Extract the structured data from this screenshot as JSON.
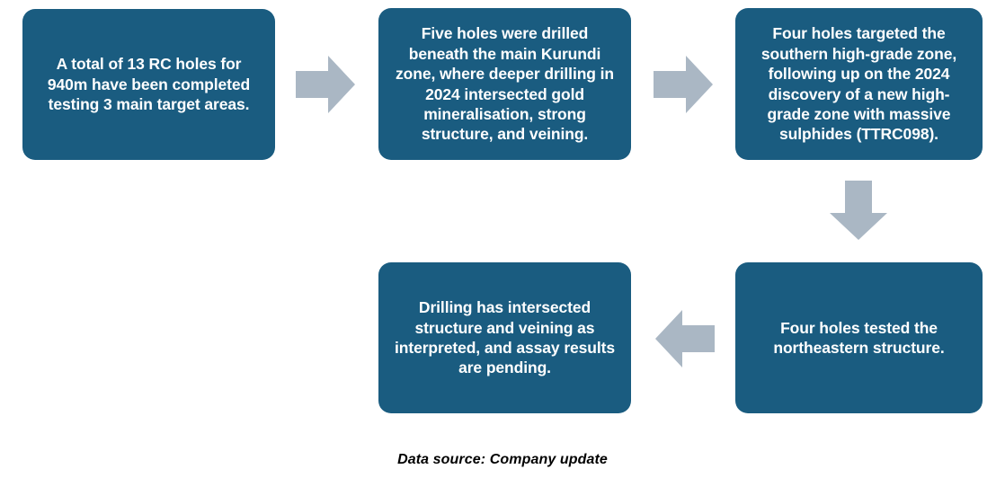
{
  "diagram": {
    "type": "flowchart",
    "colors": {
      "node_fill": "#1a5c80",
      "node_text": "#ffffff",
      "arrow_fill": "#aab7c4",
      "background": "#ffffff",
      "caption_text": "#000000"
    },
    "nodes": [
      {
        "id": "node-1",
        "name": "total-holes-completed",
        "text": "A total of 13 RC holes for 940m have been completed testing 3 main target areas."
      },
      {
        "id": "node-2",
        "name": "kurundi-zone-holes",
        "text": "Five holes were drilled beneath the main Kurundi zone, where deeper drilling in 2024 intersected gold mineralisation, strong structure, and veining."
      },
      {
        "id": "node-3",
        "name": "southern-high-grade-zone-holes",
        "text": "Four holes targeted the southern high-grade zone, following up on the 2024 discovery of a new high-grade zone with massive sulphides (TTRC098)."
      },
      {
        "id": "node-4",
        "name": "northeastern-structure-holes",
        "text": "Four holes tested the northeastern structure."
      },
      {
        "id": "node-5",
        "name": "assay-results-pending",
        "text": "Drilling has intersected structure and veining as interpreted, and assay results are pending."
      }
    ],
    "arrows": [
      {
        "id": "arrow-1",
        "name": "arrow-right-icon",
        "direction": "right",
        "from": "node-1",
        "to": "node-2"
      },
      {
        "id": "arrow-2",
        "name": "arrow-right-icon",
        "direction": "right",
        "from": "node-2",
        "to": "node-3"
      },
      {
        "id": "arrow-3",
        "name": "arrow-down-icon",
        "direction": "down",
        "from": "node-3",
        "to": "node-4"
      },
      {
        "id": "arrow-4",
        "name": "arrow-left-icon",
        "direction": "left",
        "from": "node-4",
        "to": "node-5"
      }
    ],
    "caption": "Data source: Company update"
  }
}
